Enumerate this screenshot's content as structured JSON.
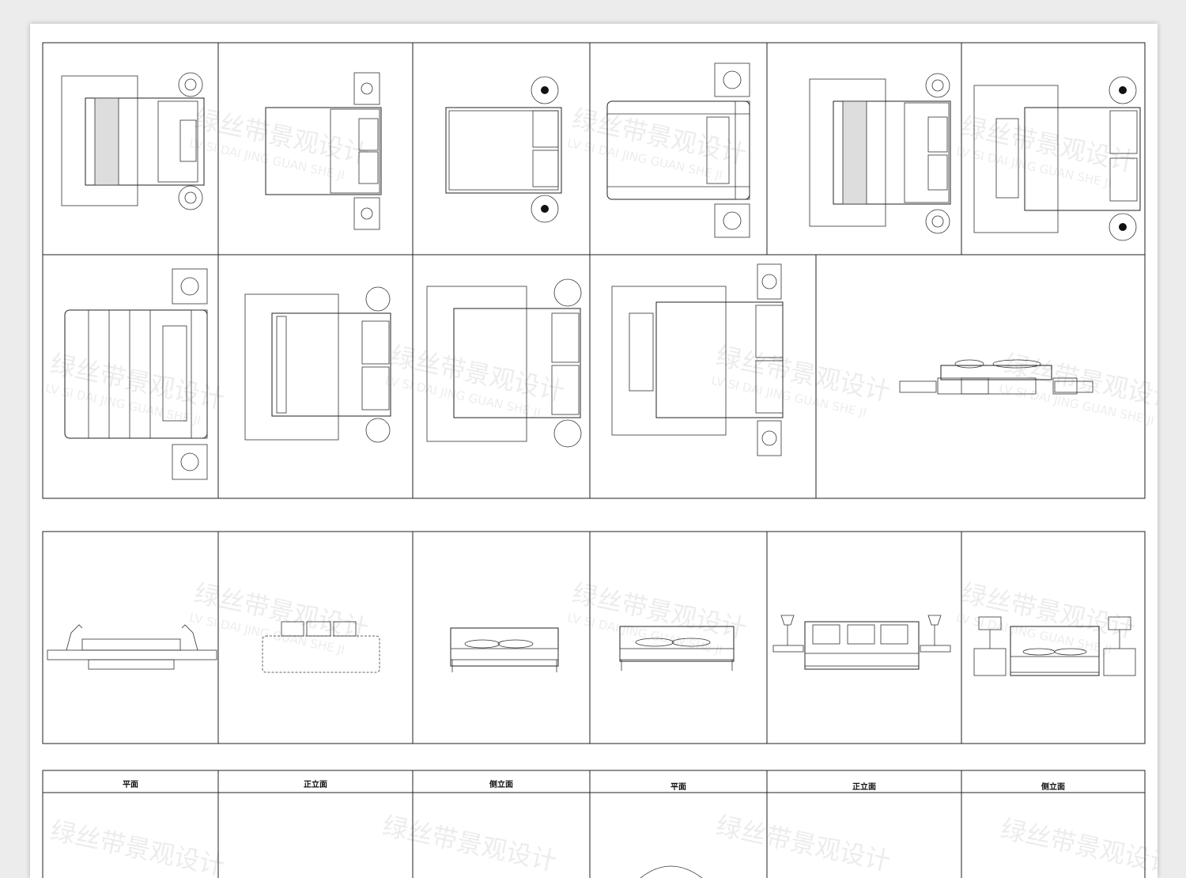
{
  "watermark": {
    "text_cn": "绿丝带景观设计",
    "text_en": "LV SI DAI JING GUAN SHE JI"
  },
  "header_labels": [
    "平面",
    "正立面",
    "侧立面",
    "平面",
    "正立面",
    "侧立面"
  ]
}
